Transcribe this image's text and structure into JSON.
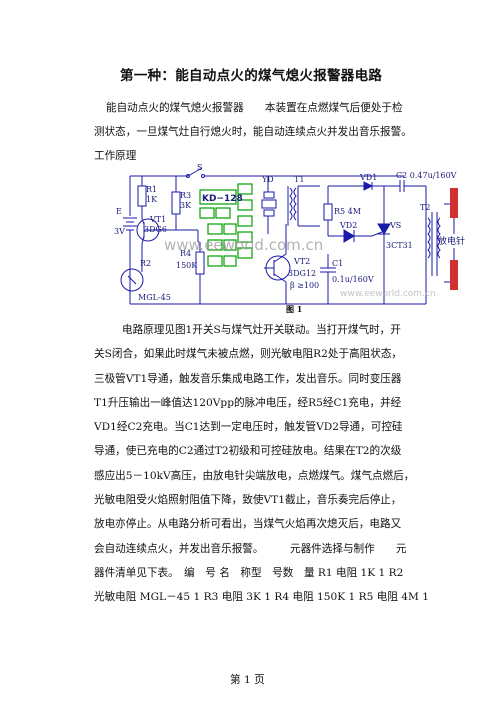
{
  "title": "第一种：能自动点火的煤气熄火报警器电路",
  "intro": [
    "能自动点火的煤气熄火报警器　　本装置在点燃煤气后便处于检",
    "测状态，一旦煤气灶自行熄火时，能自动连续点火并发出音乐报警。",
    "工作原理"
  ],
  "figure": {
    "caption": "图 1",
    "watermark": "www.eeworld.com.cn",
    "watermark2": "www.eeworld.com.cn",
    "labels": {
      "s": "S",
      "r1": "R1",
      "r1v": "1K",
      "r3": "R3",
      "r3v": "3K",
      "e": "E",
      "ev": "3V",
      "vt1": "VT1",
      "vt1v": "3DG6",
      "ic": "KD−128",
      "r4": "R4",
      "r4v": "150K",
      "r2": "R2",
      "mgl": "MGL-45",
      "yd": "YD",
      "t1": "T1",
      "r5": "R5 4M",
      "vd1": "VD1",
      "c2": "C2  0.47u/160V",
      "vd2": "VD2",
      "vs": "VS",
      "vsv": "3CT31",
      "t2": "T2",
      "needle": "放电针",
      "c1": "C1",
      "c1v": "0.1u/160V",
      "vt2": "VT2",
      "vt2v": "3DG12",
      "beta": "β ≥100"
    }
  },
  "body": [
    "电路原理见图1开关S与煤气灶开关联动。当打开煤气时，开",
    "关S闭合，如果此时煤气未被点燃，则光敏电阻R2处于高阻状态，",
    "三极管VT1导通，触发音乐集成电路工作，发出音乐。同时变压器",
    "T1升压输出一峰值达120Vpp的脉冲电压，经R5经C1充电，并经",
    "VD1经C2充电。当C1达到一定电压时，触发管VD2导通，可控硅",
    "导通，使已充电的C2通过T2初级和可控硅放电。结果在T2的次级",
    "感应出5－10kV高压，由放电针尖端放电，点燃煤气。煤气点燃后，",
    "光敏电阻受火焰照射阻值下降，致使VT1截止，音乐奏完后停止，",
    "放电亦停止。从电路分析可看出，当煤气火焰再次熄灭后，电路又",
    "会自动连续点火，并发出音乐报警。　　　元器件选择与制作　　元",
    "器件清单见下表。　编　号 名　称型　号数　量 R1 电阻 1K 1 R2",
    "光敏电阻 MGL－45 1 R3 电阻 3K 1 R4 电阻 150K 1 R5 电阻 4M 1"
  ],
  "footer": "第 1 页",
  "colors": {
    "wire": "#1a1aa8",
    "ic_border": "#00a000",
    "ic_text": "#1a1a7a",
    "watermark": "#9a9a9a",
    "text": "#111111"
  }
}
